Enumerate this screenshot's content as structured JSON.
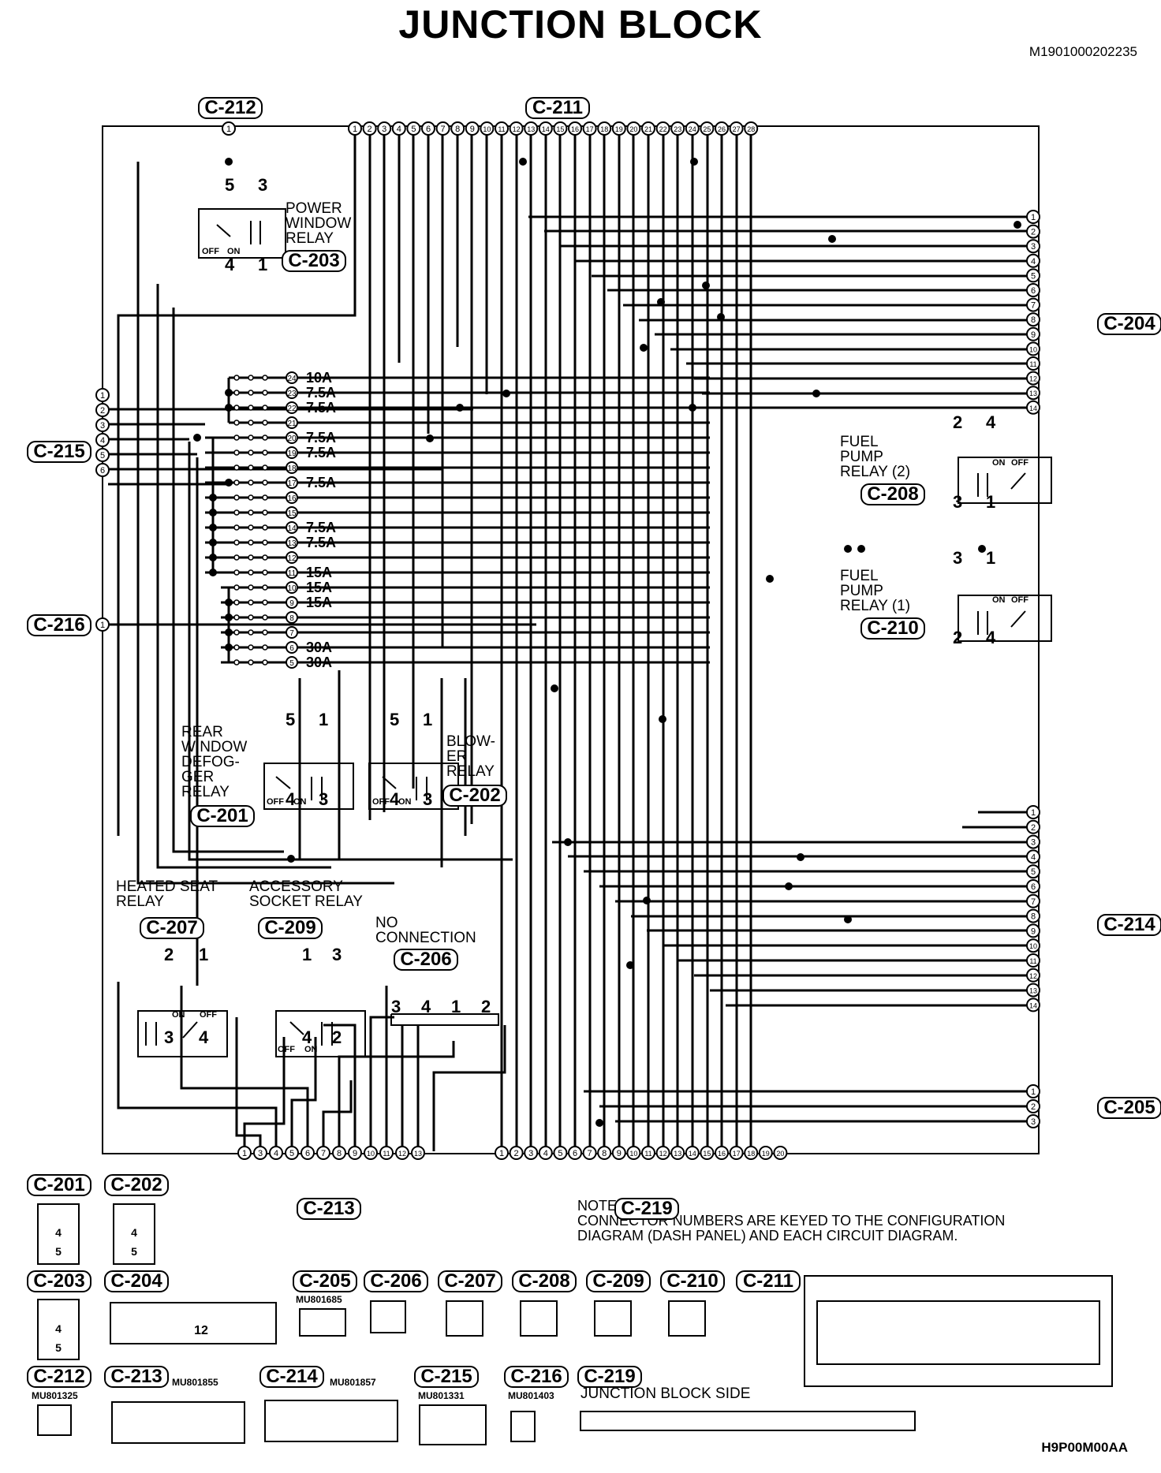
{
  "header": {
    "title": "JUNCTION BLOCK",
    "doc_id": "M1901000202235"
  },
  "footer": {
    "figure_id": "H9P00M00AA"
  },
  "note": {
    "heading": "NOTE",
    "lines": [
      "CONNECTOR NUMBERS ARE KEYED TO THE CONFIGURATION",
      "DIAGRAM (DASH PANEL) AND EACH CIRCUIT DIAGRAM."
    ]
  },
  "junction_block_side": "JUNCTION BLOCK SIDE",
  "connectors": {
    "c212": "C-212",
    "c211": "C-211",
    "c204": "C-204",
    "c215": "C-215",
    "c216": "C-216",
    "c214": "C-214",
    "c205": "C-205",
    "c213": "C-213",
    "c219": "C-219",
    "c203": "C-203",
    "c208": "C-208",
    "c210": "C-210",
    "c201": "C-201",
    "c202": "C-202",
    "c207": "C-207",
    "c209": "C-209",
    "c206": "C-206"
  },
  "relays": {
    "power_window": [
      "POWER",
      "WINDOW",
      "RELAY"
    ],
    "fuel_pump_2": [
      "FUEL",
      "PUMP",
      "RELAY (2)"
    ],
    "fuel_pump_1": [
      "FUEL",
      "PUMP",
      "RELAY (1)"
    ],
    "rear_window_defogger": [
      "REAR",
      "WINDOW",
      "DEFOG-",
      "GER",
      "RELAY"
    ],
    "blower": [
      "BLOW-",
      "ER",
      "RELAY"
    ],
    "heated_seat": [
      "HEATED SEAT",
      "RELAY"
    ],
    "accessory_socket": [
      "ACCESSORY",
      "SOCKET RELAY"
    ],
    "no_connection": [
      "NO",
      "CONNECTION"
    ]
  },
  "switch_labels": {
    "off": "OFF",
    "on": "ON"
  },
  "fuses": [
    {
      "num": "24",
      "rating": "10A"
    },
    {
      "num": "23",
      "rating": "7.5A"
    },
    {
      "num": "22",
      "rating": "7.5A"
    },
    {
      "num": "21",
      "rating": ""
    },
    {
      "num": "20",
      "rating": "7.5A"
    },
    {
      "num": "19",
      "rating": "7.5A"
    },
    {
      "num": "18",
      "rating": ""
    },
    {
      "num": "17",
      "rating": "7.5A"
    },
    {
      "num": "16",
      "rating": ""
    },
    {
      "num": "15",
      "rating": ""
    },
    {
      "num": "14",
      "rating": "7.5A"
    },
    {
      "num": "13",
      "rating": "7.5A"
    },
    {
      "num": "12",
      "rating": ""
    },
    {
      "num": "11",
      "rating": "15A"
    },
    {
      "num": "10",
      "rating": "15A"
    },
    {
      "num": "9",
      "rating": "15A"
    },
    {
      "num": "8",
      "rating": ""
    },
    {
      "num": "7",
      "rating": ""
    },
    {
      "num": "6",
      "rating": "30A"
    },
    {
      "num": "5",
      "rating": "30A"
    }
  ],
  "part_numbers": {
    "c205": "MU801685",
    "c212": "MU801325",
    "c213": "MU801855",
    "c214": "MU801857",
    "c215": "MU801331",
    "c216": "MU801403"
  },
  "pin_labels": {
    "pw": [
      "5",
      "3",
      "4",
      "1"
    ],
    "fp2": [
      "2",
      "4",
      "3",
      "1"
    ],
    "fp1": [
      "3",
      "1",
      "2",
      "4"
    ],
    "rw": [
      "5",
      "1",
      "4",
      "3"
    ],
    "bl": [
      "5",
      "1",
      "4",
      "3"
    ],
    "hs": [
      "2",
      "1",
      "3",
      "4"
    ],
    "as": [
      "1",
      "3",
      "4",
      "2"
    ],
    "nc": [
      "3",
      "4",
      "1",
      "2"
    ]
  }
}
